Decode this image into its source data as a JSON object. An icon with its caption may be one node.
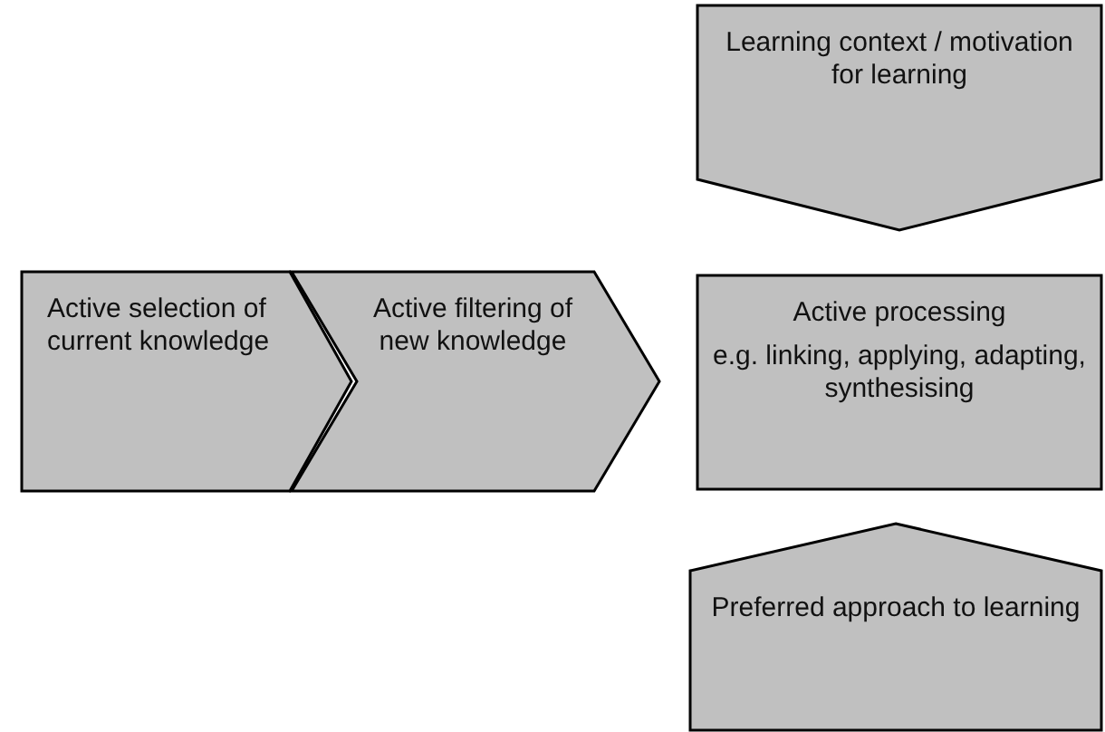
{
  "diagram": {
    "nodes": [
      {
        "text": [
          "Active selection of current knowledge"
        ]
      },
      {
        "text": [
          "Active filtering of new knowledge"
        ]
      },
      {
        "text": [
          "Learning context / motivation for learning"
        ]
      },
      {
        "text": [
          "Active processing",
          "e.g. linking, applying, adapting, synthesising"
        ]
      },
      {
        "text": [
          "Preferred approach to learning"
        ]
      }
    ]
  }
}
